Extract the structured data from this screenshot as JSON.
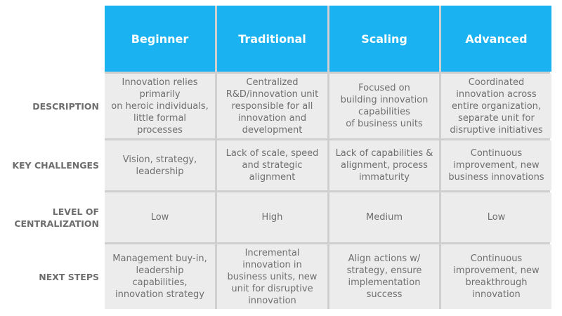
{
  "columns": [
    "Beginner",
    "Traditional",
    "Scaling",
    "Advanced"
  ],
  "rows": [
    {
      "label": "DESCRIPTION",
      "cells": [
        "Innovation relies\nprimarily\non heroic individuals,\nlittle formal\nprocesses",
        "Centralized\nR&D/innovation unit\nresponsible for all\ninnovation and\ndevelopment",
        "Focused on\nbuilding innovation\ncapabilities\nof business units",
        "Coordinated\ninnovation across\nentire organization,\nseparate unit for\ndisruptive initiatives"
      ]
    },
    {
      "label": "KEY CHALLENGES",
      "cells": [
        "Vision, strategy,\nleadership",
        "Lack of scale, speed\nand strategic\nalignment",
        "Lack of capabilities &\nalignment, process\nimmaturity",
        "Continuous\nimprovement, new\nbusiness innovations"
      ]
    },
    {
      "label": "LEVEL OF\nCENTRALIZATION",
      "cells": [
        "Low",
        "High",
        "Medium",
        "Low"
      ]
    },
    {
      "label": "NEXT STEPS",
      "cells": [
        "Management buy-in,\nleadership\ncapabilities,\ninnovation strategy",
        "Incremental\ninnovation in\nbusiness units, new\nunit for disruptive\ninnovation",
        "Align actions w/\nstrategy, ensure\nimplementation\nsuccess",
        "Continuous\nimprovement, new\nbreakthrough\ninnovation"
      ]
    }
  ],
  "colors": {
    "header_bg": "#1ab2f1",
    "header_text": "#ffffff",
    "cell_bg": "#ececec",
    "cell_text": "#6f6f6f",
    "grid_line": "#cfcfcf"
  }
}
